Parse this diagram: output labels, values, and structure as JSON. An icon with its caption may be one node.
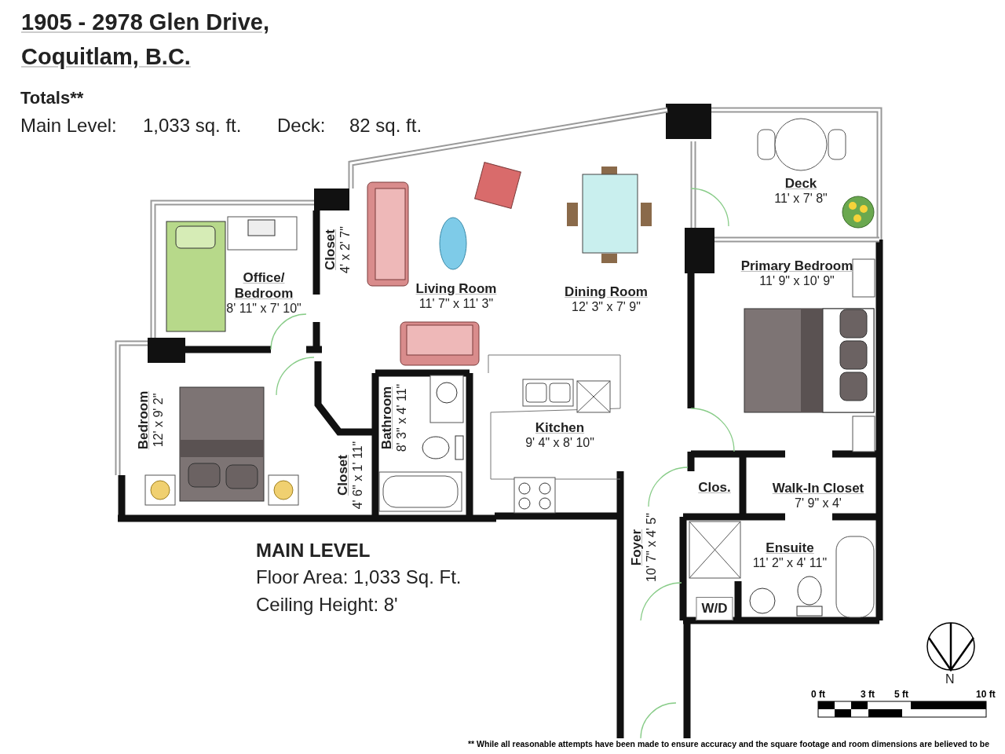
{
  "diagram": {
    "title": "1905 - 2978 Glen Drive, Coquitlam, B.C.",
    "nodes": [
      {
        "text": [
          "Deck",
          "11' x 7' 8\""
        ]
      },
      {
        "text": [
          "Closet",
          "4' x 2' 7\""
        ]
      },
      {
        "text": [
          "Primary Bedroom",
          "11' 9\" x 10' 9\""
        ]
      },
      {
        "text": [
          "Office/ Bedroom",
          "8' 11\" x 7' 10\""
        ]
      },
      {
        "text": [
          "Living Room",
          "11' 7\" x 11' 3\""
        ]
      },
      {
        "text": [
          "Dining Room",
          "12' 3\" x 7' 9\""
        ]
      },
      {
        "text": [
          "Bathroom",
          "8' 3\" x 4' 11\""
        ]
      },
      {
        "text": [
          "Bedroom",
          "12' x 9' 2\""
        ]
      },
      {
        "text": [
          "Kitchen",
          "9' 4\" x 8' 10\""
        ]
      },
      {
        "text": [
          "Closet",
          "4' 6\" x 1' 11\""
        ]
      },
      {
        "text": [
          "Clos."
        ]
      },
      {
        "text": [
          "Walk-In Closet",
          "7' 9\" x 4'"
        ]
      },
      {
        "text": [
          "Foyer",
          "10' 7\" x 4' 5\""
        ]
      },
      {
        "text": [
          "Ensuite",
          "11' 2\" x 4' 11\""
        ]
      },
      {
        "text": [
          "W/D"
        ]
      }
    ],
    "edges": [],
    "labels": [
      "Totals**",
      "Main Level:",
      "1,033 sq. ft.",
      "Deck:",
      "82 sq. ft.",
      "MAIN LEVEL",
      "Floor Area: 1,033 Sq. Ft.",
      "Ceiling Height: 8'",
      "N",
      "0 ft",
      "3 ft",
      "5 ft",
      "10 ft",
      "** While all reasonable attempts have been made to ensure accuracy and the square footage and room dimensions are believed to be"
    ]
  }
}
